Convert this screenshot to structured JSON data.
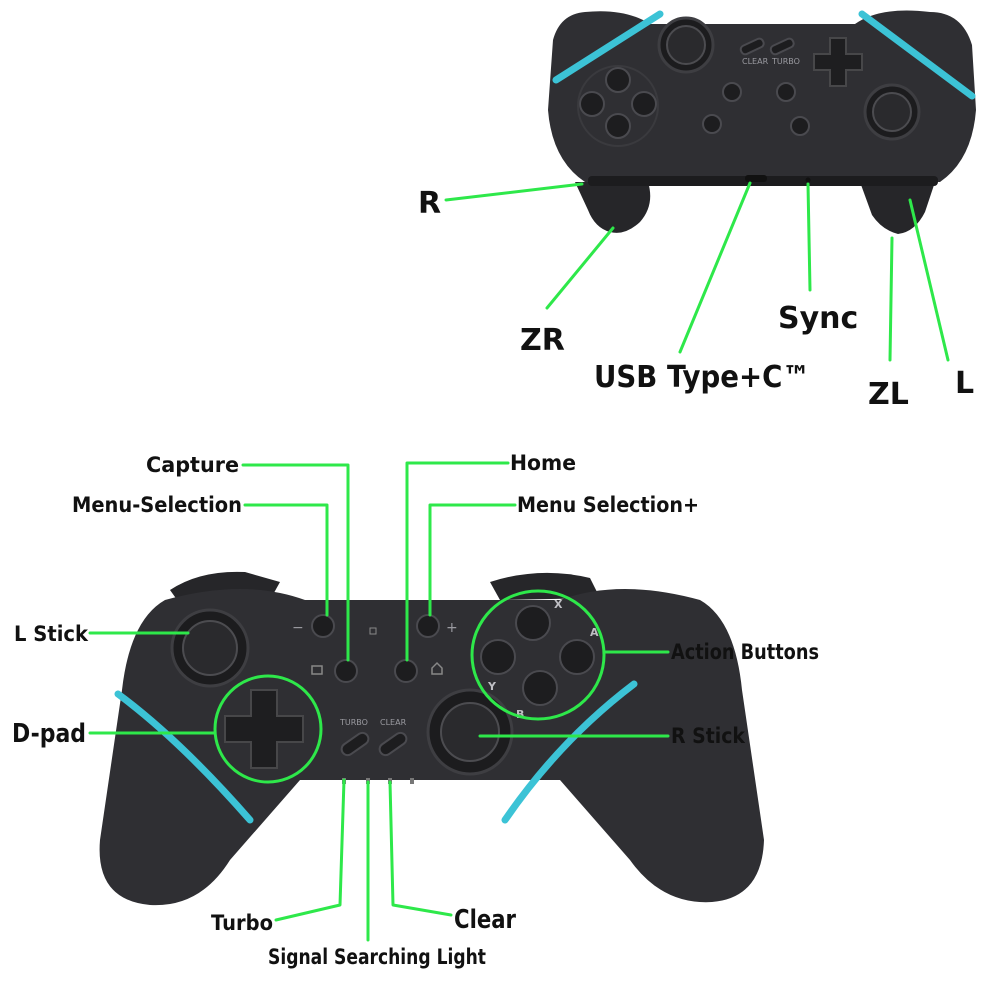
{
  "back_view": {
    "labels": {
      "r": "R",
      "zr": "ZR",
      "usb": "USB Type+C™",
      "sync": "Sync",
      "zl": "ZL",
      "l": "L"
    },
    "controller_text": {
      "turbo": "TURBO",
      "clear": "CLEAR"
    }
  },
  "front_view": {
    "labels": {
      "capture": "Capture",
      "menu_minus": "Menu-Selection",
      "home": "Home",
      "menu_plus": "Menu Selection+",
      "l_stick": "L Stick",
      "d_pad": "D-pad",
      "action_buttons": "Action Buttons",
      "r_stick": "R Stick",
      "turbo": "Turbo",
      "clear": "Clear",
      "signal_light": "Signal Searching Light"
    },
    "controller_text": {
      "turbo": "TURBO",
      "clear": "CLEAR",
      "minus": "−",
      "plus": "+",
      "x": "X",
      "a": "A",
      "y": "Y",
      "b": "B"
    }
  },
  "colors": {
    "leader_line": "#2ee84a",
    "accent_stripe": "#3cc3d6",
    "body": "#2f2f33"
  }
}
